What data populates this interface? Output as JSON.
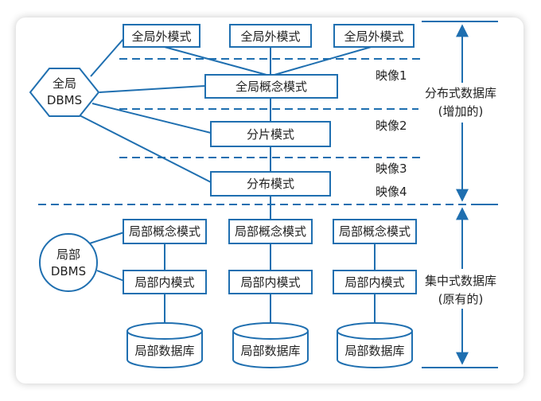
{
  "global_dbms": {
    "line1": "全局",
    "line2": "DBMS"
  },
  "local_dbms": {
    "line1": "局部",
    "line2": "DBMS"
  },
  "global_external_schema": "全局外模式",
  "global_conceptual_schema": "全局概念模式",
  "fragmentation_schema": "分片模式",
  "allocation_schema": "分布模式",
  "local_conceptual_schema": "局部概念模式",
  "local_internal_schema": "局部内模式",
  "local_database": "局部数据库",
  "mappings": [
    "映像1",
    "映像2",
    "映像3",
    "映像4"
  ],
  "distributed_db": {
    "line1": "分布式数据库",
    "line2": "(增加的)"
  },
  "centralized_db": {
    "line1": "集中式数据库",
    "line2": "(原有的)"
  }
}
